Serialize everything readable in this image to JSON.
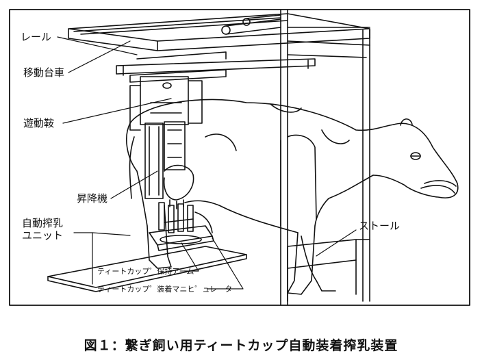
{
  "figure": {
    "labels": {
      "rail": "レール",
      "moving_cart": "移動台車",
      "yudo_kura": "遊動鞍",
      "lift": "昇降機",
      "unit_line1": "自動搾乳",
      "unit_line2": "ユニット",
      "stall": "ストール",
      "teatcup_arm": "ティートカップ゜保持アーム",
      "teatcup_manip": "ティートカップ゜装着マニヒ゜ュレータ"
    },
    "caption": "図１：繋ぎ飼い用ティートカップ自動装着搾乳装置"
  }
}
